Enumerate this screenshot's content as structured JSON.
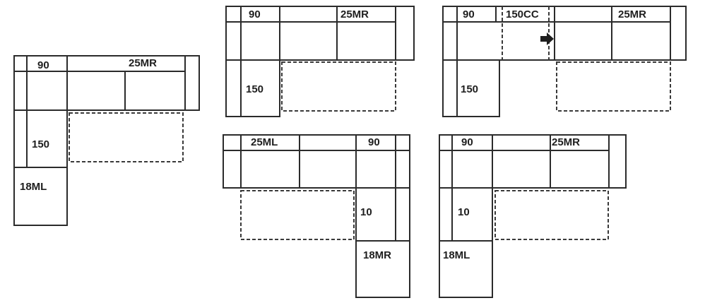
{
  "layouts": {
    "a": {
      "armless": "90",
      "chaise_top": "25MR",
      "corner": "150",
      "end_chaise": "18ML"
    },
    "b": {
      "armless": "90",
      "chaise_top": "25MR",
      "corner": "150"
    },
    "c": {
      "armless": "90",
      "cuddler": "150CC",
      "chaise_top": "25MR",
      "corner": "150"
    },
    "d": {
      "chaise_top": "25ML",
      "armless": "90",
      "corner": "10",
      "end_chaise": "18MR"
    },
    "e": {
      "armless": "90",
      "chaise_top": "25MR",
      "corner": "10",
      "end_chaise": "18ML"
    }
  },
  "colors": {
    "line": "#2b2b2b",
    "text": "#1e1e1e",
    "background": "#ffffff"
  }
}
